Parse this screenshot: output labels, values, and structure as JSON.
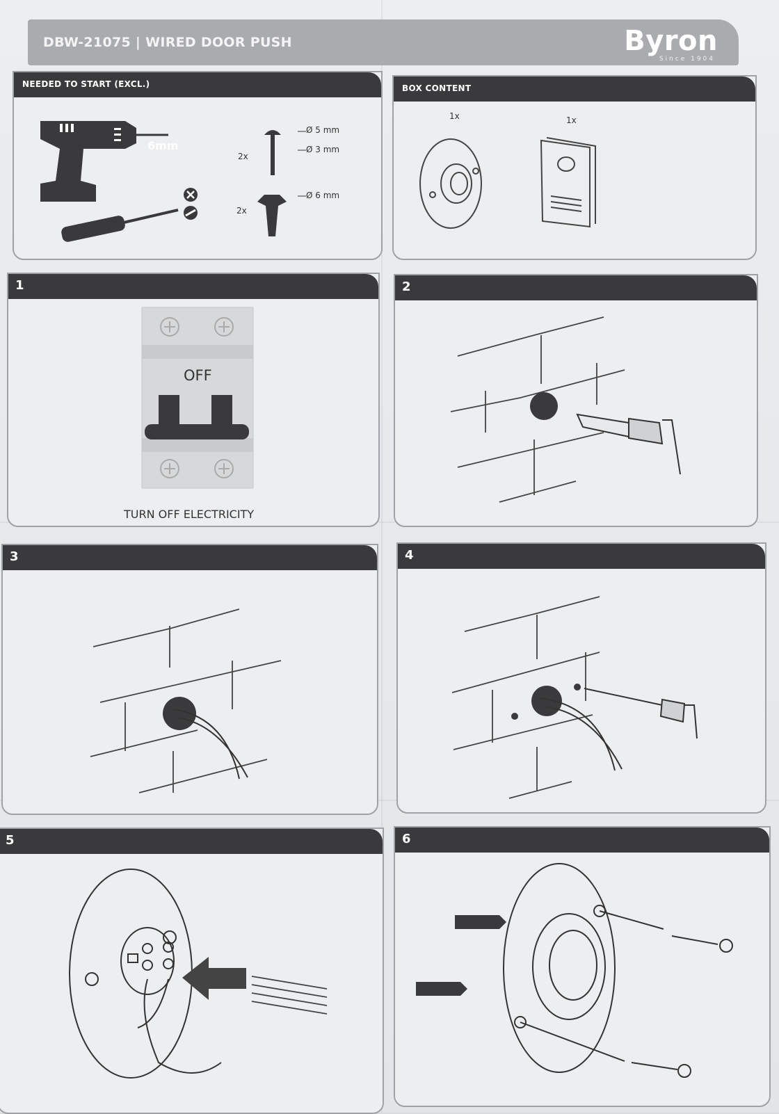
{
  "header": {
    "title": "DBW-21075 | WIRED DOOR PUSH",
    "brand": "Byron",
    "brand_tagline": "Since 1904"
  },
  "needed": {
    "heading": "NEEDED TO START (EXCL.)",
    "drill_size": "6mm",
    "screw_qty": "2x",
    "screw_head": "Ø 5 mm",
    "screw_shank": "Ø 3 mm",
    "plug_qty": "2x",
    "plug_size": "Ø 6 mm"
  },
  "box": {
    "heading": "BOX CONTENT",
    "item1_qty": "1x",
    "item2_qty": "1x"
  },
  "steps": {
    "s1": {
      "num": "1",
      "switch_label": "OFF",
      "caption": "TURN OFF ELECTRICITY"
    },
    "s2": {
      "num": "2"
    },
    "s3": {
      "num": "3"
    },
    "s4": {
      "num": "4"
    },
    "s5": {
      "num": "5"
    },
    "s6": {
      "num": "6"
    }
  },
  "colors": {
    "bar": "#3a3a3c",
    "header": "#a9abae",
    "ink": "#333333"
  }
}
